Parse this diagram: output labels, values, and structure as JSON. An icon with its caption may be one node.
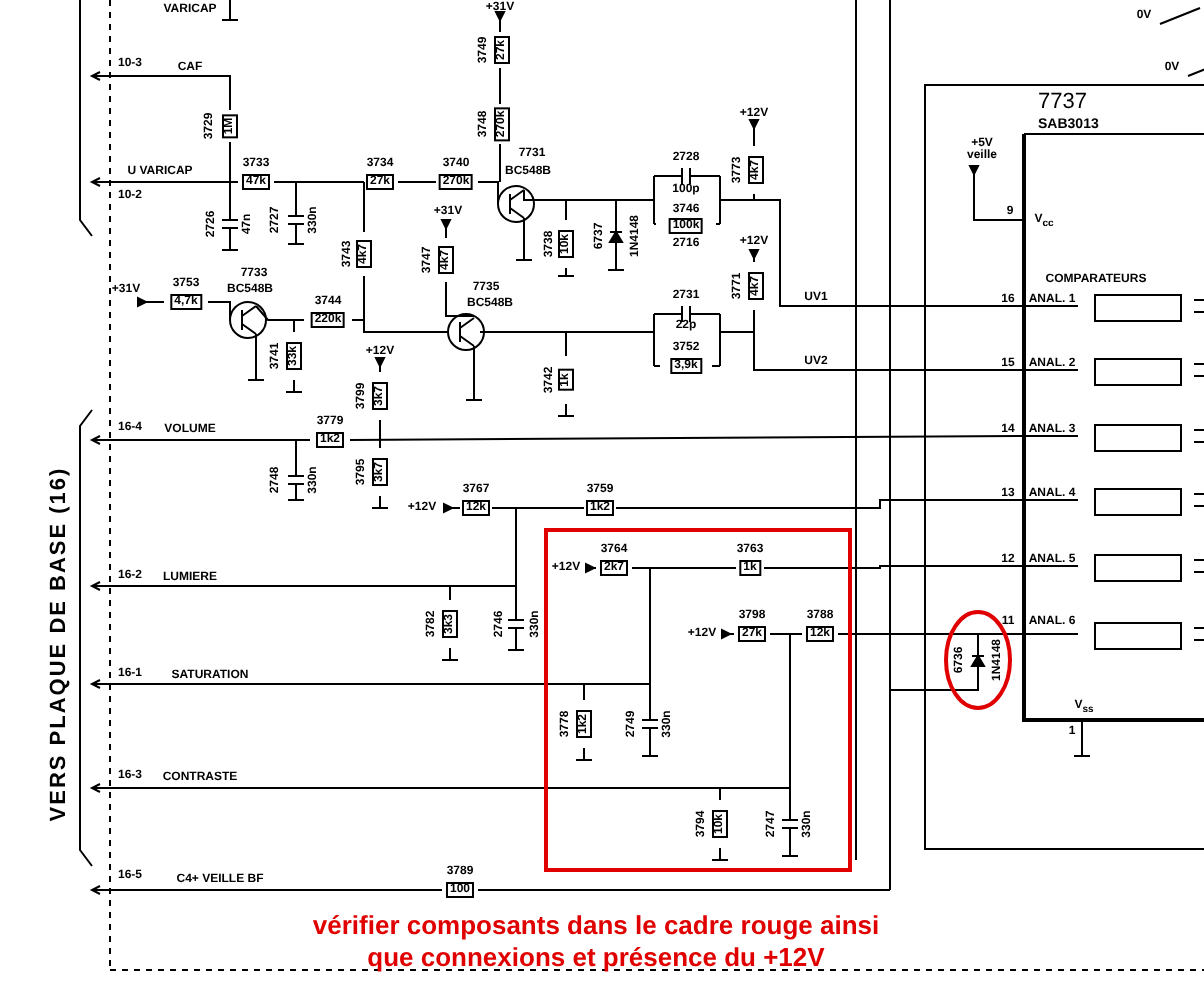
{
  "diagram": {
    "caption": "vérifier composants dans le cadre rouge ainsi que connexions et présence du +12V",
    "nodes": [
      {
        "text": [
          "7737",
          "SAB3013"
        ]
      },
      {
        "text": [],
        "shape": "box",
        "in": 0
      },
      {
        "text": [],
        "shape": "box",
        "in": 0
      },
      {
        "text": [],
        "shape": "box",
        "in": 0
      },
      {
        "text": [],
        "shape": "box",
        "in": 0
      },
      {
        "text": [],
        "shape": "box",
        "in": 0
      },
      {
        "text": [],
        "shape": "box",
        "in": 0
      }
    ],
    "labels": [
      "VARICAP",
      "0V",
      "+31V",
      "3749",
      "27k",
      "10-3",
      "CAF",
      "3729",
      "1M",
      "0V",
      "3748",
      "270k",
      "+12V",
      "2728",
      "7731",
      "3773",
      "4k7",
      "BC548B",
      "10-2",
      "U VARICAP",
      "3733",
      "47k",
      "3734",
      "27k",
      "3740",
      "270k",
      "100p",
      "3746",
      "100k",
      "2716",
      "2726",
      "47n",
      "2727",
      "330n",
      "3738",
      "10k",
      "6737",
      "1N4148",
      "+31V",
      "3743",
      "4k7",
      "3747",
      "4k7",
      "+12V",
      "3771",
      "4k7",
      "+31V",
      "3753",
      "4,7k",
      "7733",
      "BC548B",
      "3744",
      "220k",
      "3741",
      "33k",
      "7735",
      "BC548B",
      "2731",
      "22p",
      "3752",
      "3,9k",
      "UV1",
      "UV2",
      "3742",
      "1k",
      "+12V",
      "3799",
      "3k7",
      "+5V veille",
      "9",
      "V$_{cc}$",
      "COMPARATEURS",
      "16",
      "ANAL. 1",
      "15",
      "ANAL. 2",
      "14",
      "ANAL. 3",
      "13",
      "ANAL. 4",
      "12",
      "ANAL. 5",
      "11",
      "ANAL. 6",
      "16-4",
      "VOLUME",
      "3779",
      "1k2",
      "2748",
      "330n",
      "3795",
      "3k7",
      "3767",
      "+12V",
      "12k",
      "3759",
      "1k2",
      "16-2",
      "LUMIERE",
      "+12V",
      "3764",
      "2k7",
      "3763",
      "1k",
      "3782",
      "3k3",
      "2746",
      "330n",
      "+12V",
      "3798",
      "27k",
      "3788",
      "12k",
      "6736",
      "1N4148",
      "16-1",
      "SATURATION",
      "3778",
      "1k2",
      "2749",
      "330n",
      "V$_{ss}$",
      "1",
      "16-3",
      "CONTRASTE",
      "3794",
      "10k",
      "2747",
      "330n",
      "16-5",
      "C4+ VEILLE BF",
      "3789",
      "100",
      "VERS PLAQUE DE BASE (16)"
    ]
  }
}
